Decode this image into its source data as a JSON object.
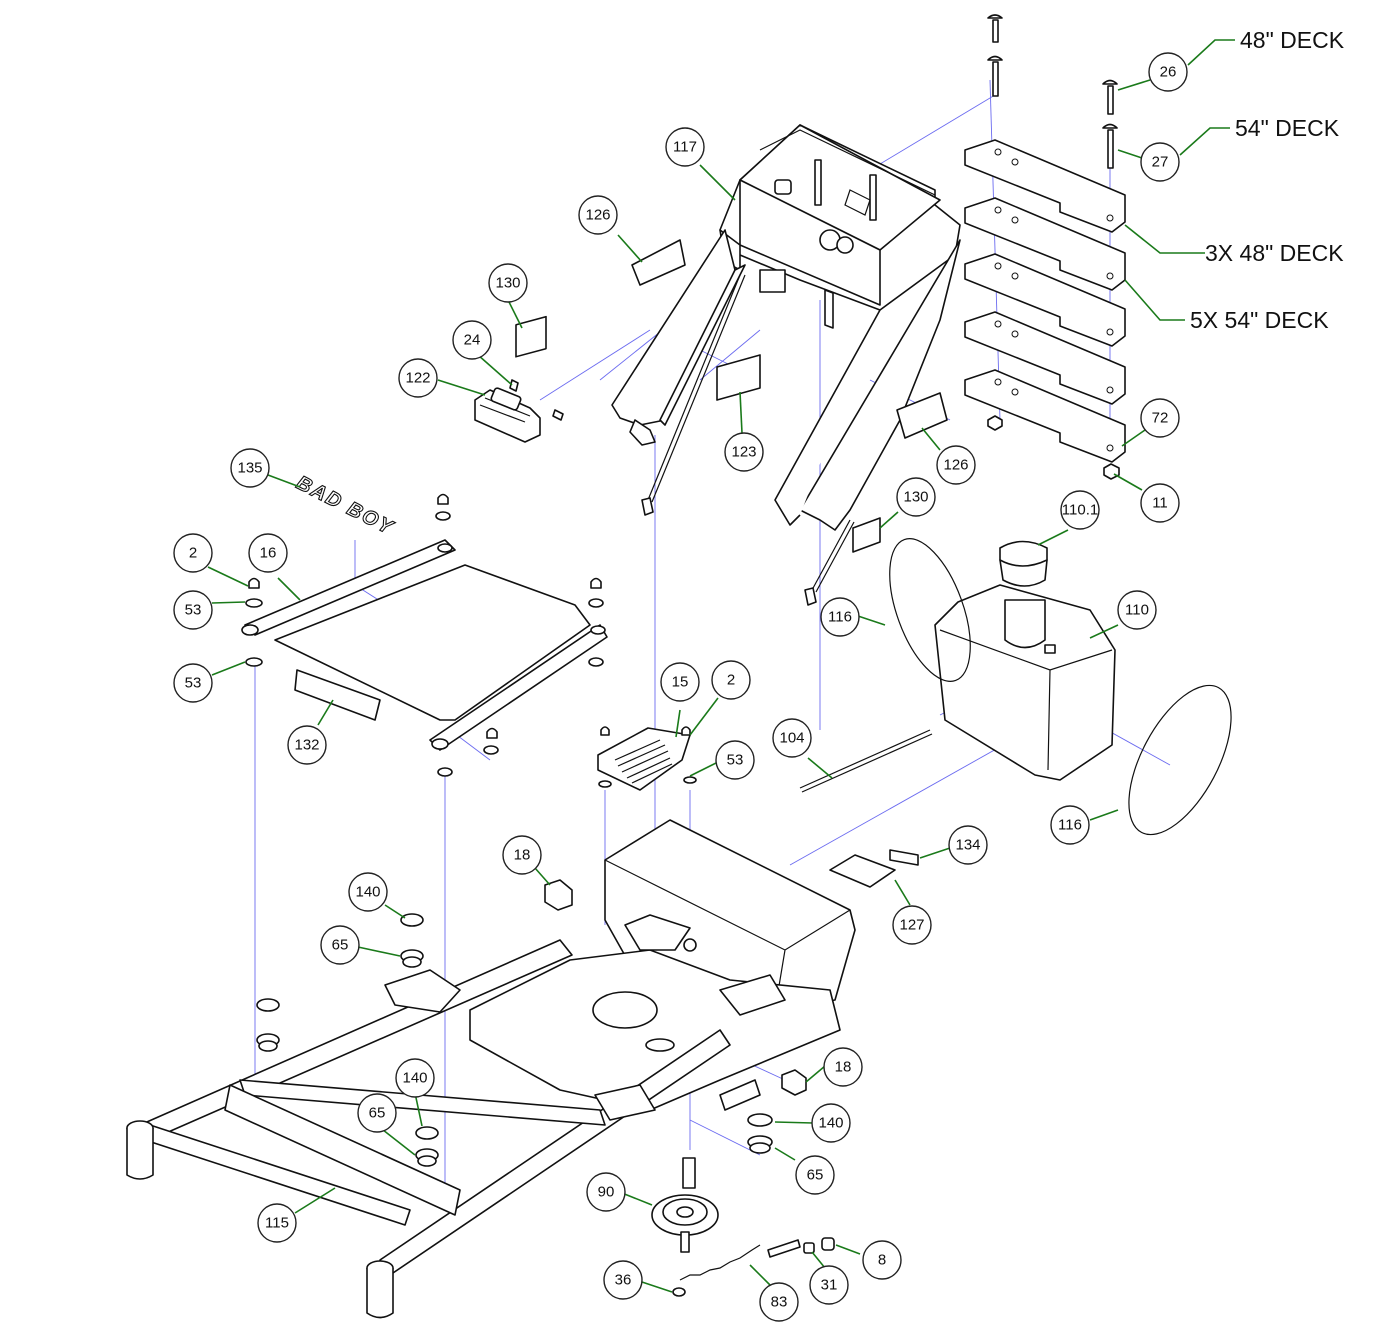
{
  "diagram": {
    "logo_text": "BAD BOY",
    "colors": {
      "leader": "#1a7a1a",
      "explode_line": "#6c6cf0",
      "outline": "#111111"
    },
    "deck_labels": [
      {
        "id": "deck-48",
        "text": "48\" DECK"
      },
      {
        "id": "deck-54",
        "text": "54\" DECK"
      },
      {
        "id": "deck-3x48",
        "text": "3X 48\" DECK"
      },
      {
        "id": "deck-5x54",
        "text": "5X 54\" DECK"
      }
    ],
    "callouts": [
      {
        "label": "26"
      },
      {
        "label": "27"
      },
      {
        "label": "117"
      },
      {
        "label": "126"
      },
      {
        "label": "130"
      },
      {
        "label": "24"
      },
      {
        "label": "122"
      },
      {
        "label": "123"
      },
      {
        "label": "126"
      },
      {
        "label": "72"
      },
      {
        "label": "11"
      },
      {
        "label": "130"
      },
      {
        "label": "135"
      },
      {
        "label": "2"
      },
      {
        "label": "16"
      },
      {
        "label": "53"
      },
      {
        "label": "53"
      },
      {
        "label": "132"
      },
      {
        "label": "110.1"
      },
      {
        "label": "116"
      },
      {
        "label": "110"
      },
      {
        "label": "15"
      },
      {
        "label": "2"
      },
      {
        "label": "53"
      },
      {
        "label": "104"
      },
      {
        "label": "116"
      },
      {
        "label": "18"
      },
      {
        "label": "134"
      },
      {
        "label": "127"
      },
      {
        "label": "140"
      },
      {
        "label": "65"
      },
      {
        "label": "140"
      },
      {
        "label": "18"
      },
      {
        "label": "65"
      },
      {
        "label": "140"
      },
      {
        "label": "65"
      },
      {
        "label": "115"
      },
      {
        "label": "90"
      },
      {
        "label": "8"
      },
      {
        "label": "31"
      },
      {
        "label": "36"
      },
      {
        "label": "83"
      }
    ]
  }
}
